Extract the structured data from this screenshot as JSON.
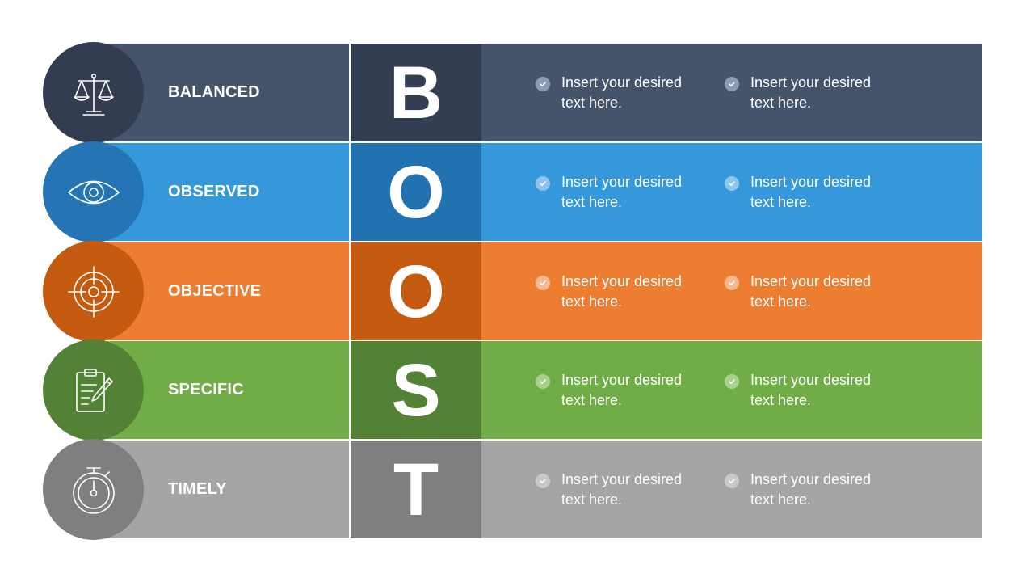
{
  "rows": [
    {
      "key": "balanced",
      "label": "BALANCED",
      "letter": "B",
      "icon": "scales-icon",
      "colors": {
        "circle": "#323D52",
        "band": "#46546B",
        "letter_bg": "#333E53",
        "check": "#8C9AB2"
      },
      "items": [
        "Insert your desired text here.",
        "Insert your desired text here."
      ]
    },
    {
      "key": "observed",
      "label": "OBSERVED",
      "letter": "O",
      "icon": "eye-icon",
      "colors": {
        "circle": "#2474B6",
        "band": "#3498DB",
        "letter_bg": "#2172B1",
        "check": "#8EC4EC"
      },
      "items": [
        "Insert your desired text here.",
        "Insert your desired text here."
      ]
    },
    {
      "key": "objective",
      "label": "OBJECTIVE",
      "letter": "O",
      "icon": "target-icon",
      "colors": {
        "circle": "#C55A11",
        "band": "#ED7D31",
        "letter_bg": "#C55A11",
        "check": "#F5B88F"
      },
      "items": [
        "Insert your desired text here.",
        "Insert your desired text here."
      ]
    },
    {
      "key": "specific",
      "label": "SPECIFIC",
      "letter": "S",
      "icon": "clipboard-pencil-icon",
      "colors": {
        "circle": "#538135",
        "band": "#70AD47",
        "letter_bg": "#538135",
        "check": "#A9D18E"
      },
      "items": [
        "Insert your desired text here.",
        "Insert your desired text here."
      ]
    },
    {
      "key": "timely",
      "label": "TIMELY",
      "letter": "T",
      "icon": "stopwatch-icon",
      "colors": {
        "circle": "#7F7F7F",
        "band": "#A5A5A5",
        "letter_bg": "#7F7F7F",
        "check": "#C9C9C9"
      },
      "items": [
        "Insert your desired text here.",
        "Insert your desired text here."
      ]
    }
  ]
}
